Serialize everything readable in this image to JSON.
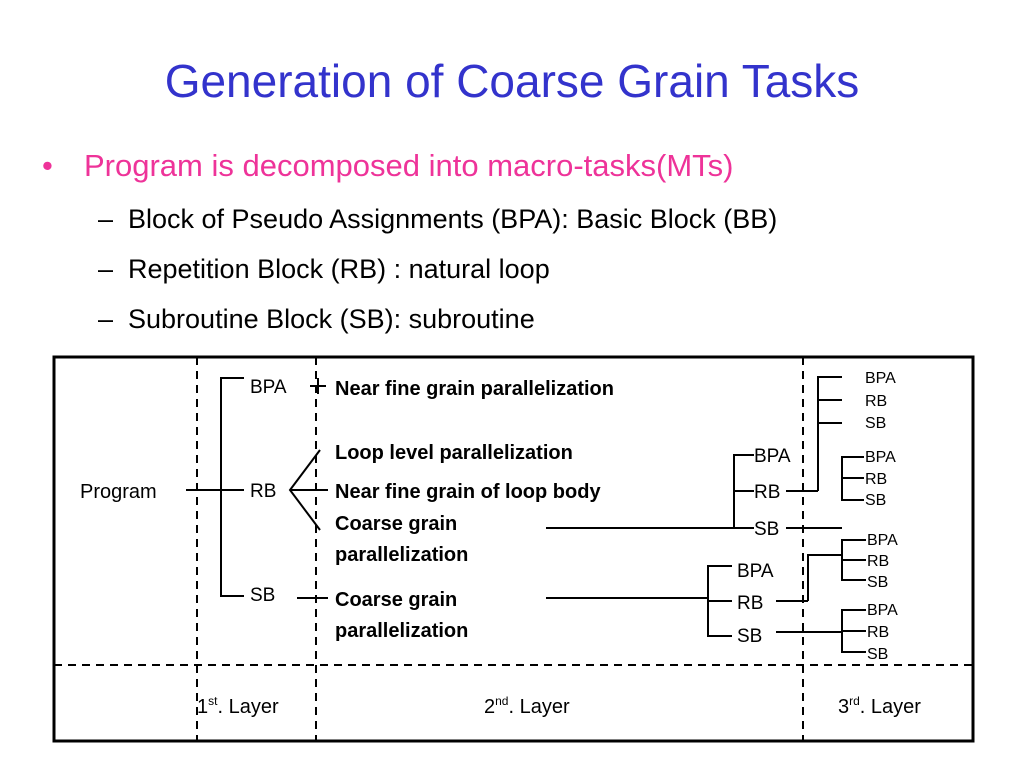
{
  "title": "Generation of Coarse Grain Tasks",
  "bullets": {
    "main": {
      "marker": "•",
      "text": "Program is decomposed into macro-tasks(MTs)"
    },
    "subs": [
      {
        "marker": "–",
        "text": "Block of Pseudo Assignments (BPA): Basic Block (BB)"
      },
      {
        "marker": "–",
        "text": "Repetition Block (RB) : natural loop"
      },
      {
        "marker": "–",
        "text": "Subroutine Block (SB): subroutine"
      }
    ]
  },
  "diagram": {
    "root": "Program",
    "layer1": {
      "bpa": "BPA",
      "rb": "RB",
      "sb": "SB"
    },
    "notes": {
      "near_fine": "Near fine grain parallelization",
      "loop_level": "Loop level parallelization",
      "near_fine_loop": "Near fine grain of loop body",
      "coarse_rb_1": "Coarse grain",
      "coarse_rb_2": "parallelization",
      "coarse_sb_1": "Coarse grain",
      "coarse_sb_2": "parallelization"
    },
    "layer2_rb": {
      "bpa": "BPA",
      "rb": "RB",
      "sb": "SB"
    },
    "layer2_sb": {
      "bpa": "BPA",
      "rb": "RB",
      "sb": "SB"
    },
    "layer3": [
      {
        "bpa": "BPA",
        "rb": "RB",
        "sb": "SB"
      },
      {
        "bpa": "BPA",
        "rb": "RB",
        "sb": "SB"
      },
      {
        "bpa": "BPA",
        "rb": "RB",
        "sb": "SB"
      },
      {
        "bpa": "BPA",
        "rb": "RB",
        "sb": "SB"
      }
    ],
    "layers": {
      "l1_num": "1",
      "l1_sup": "st",
      "l1_rest": ". Layer",
      "l2_num": "2",
      "l2_sup": "nd",
      "l2_rest": ". Layer",
      "l3_num": "3",
      "l3_sup": "rd",
      "l3_rest": ". Layer"
    }
  }
}
